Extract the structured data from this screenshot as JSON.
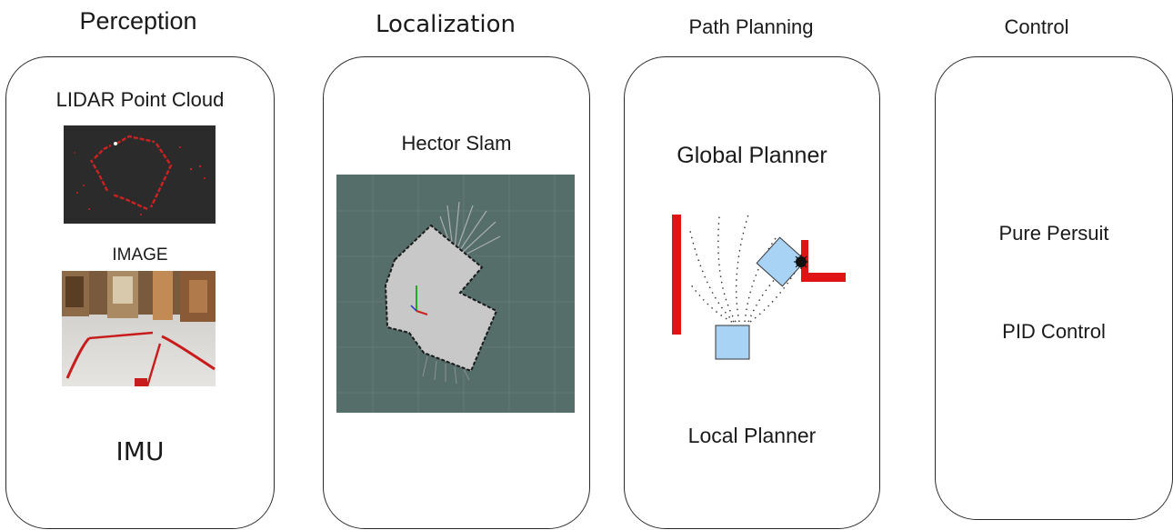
{
  "columns": {
    "perception": {
      "title": "Perception",
      "lidar_label": "LIDAR Point Cloud",
      "image_label": "IMAGE",
      "imu_label": "IMU"
    },
    "localization": {
      "title": "Localization",
      "slam_label": "Hector Slam"
    },
    "path_planning": {
      "title": "Path Planning",
      "global_label": "Global Planner",
      "local_label": "Local Planner"
    },
    "control": {
      "title": "Control",
      "pure_pursuit_label": "Pure Persuit",
      "pid_label": "PID Control"
    }
  },
  "colors": {
    "lidar_bg": "#2b2b2b",
    "lidar_points": "#cc2222",
    "slam_bg": "#566e6a",
    "slam_map": "#c8c8c8",
    "obstacle": "#e01414",
    "robot": "#a9d3f5"
  }
}
